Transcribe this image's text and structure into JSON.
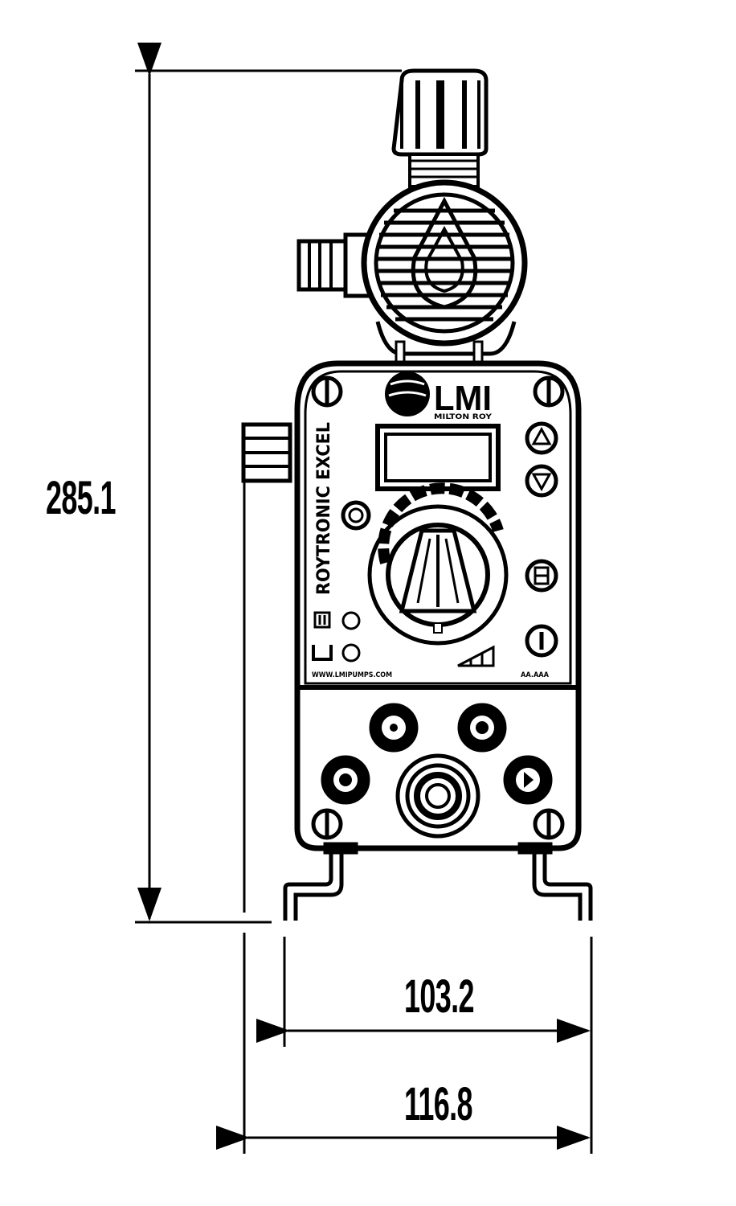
{
  "dimensions": {
    "height": "285.1",
    "inner_width": "103.2",
    "outer_width": "116.8"
  },
  "brand": {
    "logo_text": "LMI",
    "logo_sub": "MILTON ROY",
    "product": "ROYTRONIC EXCEL"
  },
  "labels": {
    "website": "WWW.LMIPUMPS.COM",
    "model_tag": "AA.AAA"
  },
  "icons": [
    "up-arrow-icon",
    "down-arrow-icon",
    "menu-icon",
    "power-icon",
    "pause-icon",
    "tank-icon"
  ]
}
